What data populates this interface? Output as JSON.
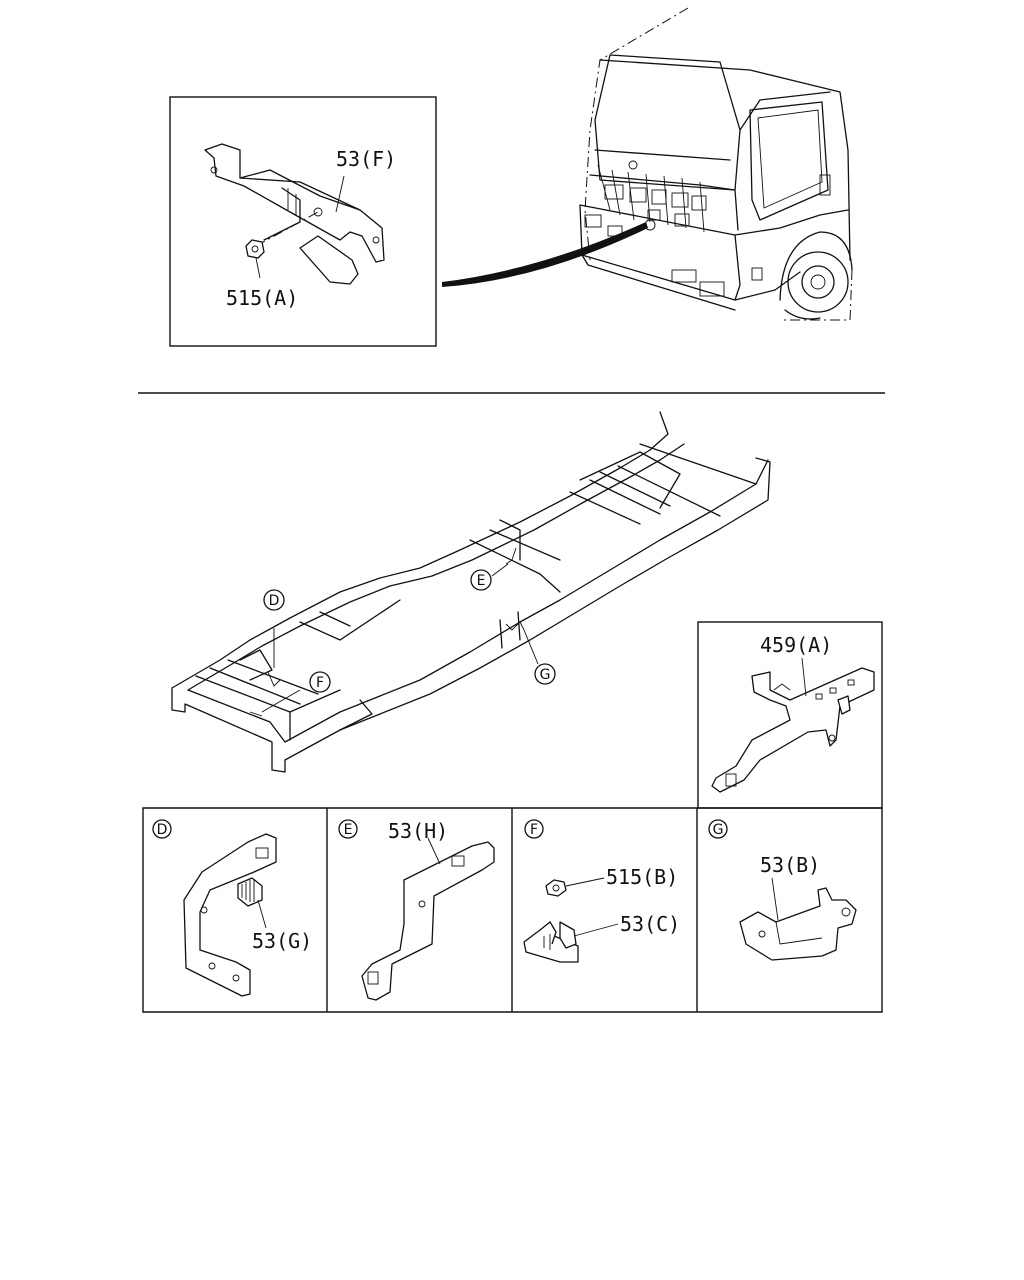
{
  "labels": {
    "inset_top_part": "53(F)",
    "inset_top_nut": "515(A)",
    "inset_459": "459(A)",
    "panel_d_part": "53(G)",
    "panel_e_part": "53(H)",
    "panel_f_nut": "515(B)",
    "panel_f_part": "53(C)",
    "panel_g_part": "53(B)"
  },
  "callouts": {
    "d": "D",
    "e": "E",
    "f": "F",
    "g": "G"
  }
}
